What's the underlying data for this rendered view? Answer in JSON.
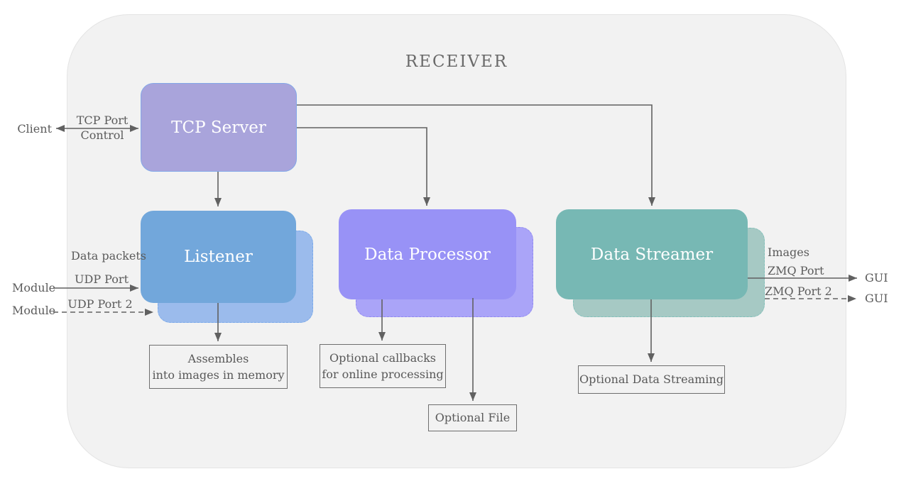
{
  "receiver": {
    "title": "RECEIVER",
    "nodes": {
      "tcp_server": {
        "label": "TCP Server",
        "fill": "#a9a4db",
        "border": "#84a8e8"
      },
      "listener": {
        "label": "Listener",
        "fill": "#72a7db",
        "shadow_fill": "#9bbbec"
      },
      "data_processor": {
        "label": "Data Processor",
        "fill": "#9892f6",
        "shadow_fill": "#aaa4f8"
      },
      "data_streamer": {
        "label": "Data Streamer",
        "fill": "#77b8b4",
        "shadow_fill": "#a6c9c4"
      }
    },
    "notes": {
      "assembles": {
        "line1": "Assembles",
        "line2": "into images in memory"
      },
      "callbacks": {
        "line1": "Optional callbacks",
        "line2": "for online processing"
      },
      "optional_file": {
        "label": "Optional File"
      },
      "optional_data_streaming": {
        "label": "Optional Data Streaming"
      }
    },
    "left": {
      "client": "Client",
      "tcp_port": "TCP Port",
      "control": "Control",
      "data_packets": "Data packets",
      "module_1": "Module",
      "udp_port": "UDP Port",
      "module_2": "Module",
      "udp_port_2": "UDP Port 2"
    },
    "right": {
      "images": "Images",
      "zmq_port": "ZMQ Port",
      "gui_1": "GUI",
      "zmq_port_2": "ZMQ Port 2",
      "gui_2": "GUI"
    },
    "colors": {
      "frame_fill": "#f2f2f2",
      "frame_border": "#e4e4e4",
      "connector": "#616161",
      "label_text": "#5b5b5b",
      "note_border": "#6e6e6e"
    }
  }
}
